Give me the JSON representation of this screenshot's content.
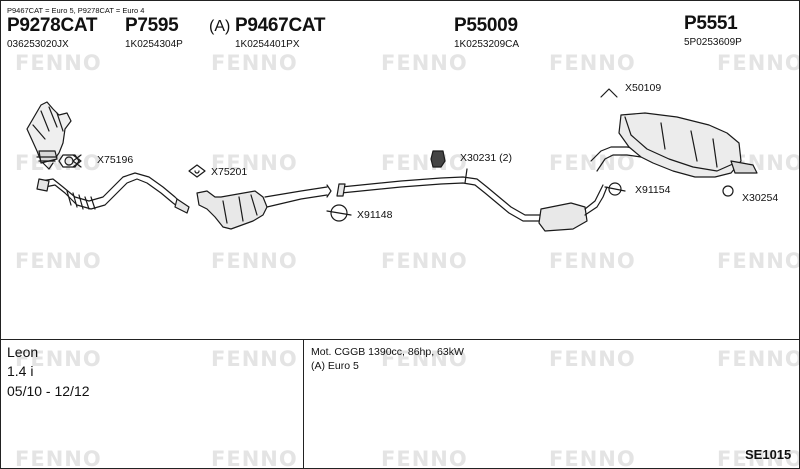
{
  "header": {
    "note": "P9467CAT = Euro 5, P9278CAT = Euro 4"
  },
  "parts": [
    {
      "part_no": "P9278CAT",
      "oe_no": "036253020JX",
      "prefix": ""
    },
    {
      "part_no": "P7595",
      "oe_no": "1K0254304P",
      "prefix": ""
    },
    {
      "part_no": "P9467CAT",
      "oe_no": "1K0254401PX",
      "prefix": "(A)"
    },
    {
      "part_no": "P55009",
      "oe_no": "1K0253209CA",
      "prefix": ""
    },
    {
      "part_no": "P5551",
      "oe_no": "5P0253609P",
      "prefix": ""
    }
  ],
  "accessories": {
    "x75196": "X75196",
    "x75201": "X75201",
    "x30231": "X30231 (2)",
    "x50109": "X50109",
    "x91154": "X91154",
    "x30254": "X30254",
    "x91148": "X91148"
  },
  "watermark": "FENNO",
  "vehicle": {
    "model": "Leon",
    "engine": "1.4 i",
    "years": "05/10 - 12/12"
  },
  "info": {
    "motor": "Mot. CGGB 1390cc, 86hp, 63kW",
    "note": "(A) Euro 5"
  },
  "code": "SE1015"
}
